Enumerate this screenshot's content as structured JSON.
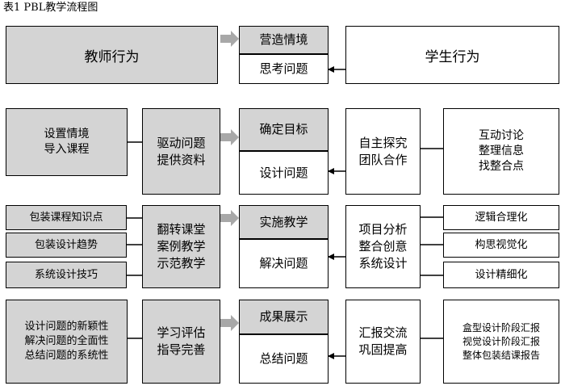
{
  "title": "表1 PBL教学流程图",
  "rows": [
    {
      "teacher": "教师行为",
      "center_top": "营造情境",
      "center_bottom": "思考问题",
      "student": "学生行为"
    },
    {
      "left_items": [
        "设置情境\n导入课程"
      ],
      "teacher_action": "驱动问题\n提供资料",
      "center_top": "确定目标",
      "center_bottom": "设计问题",
      "student_action": "自主探究\n团队合作",
      "right_items": [
        "互动讨论\n整理信息\n找整合点"
      ]
    },
    {
      "left_items": [
        "包装课程知识点",
        "包装设计趋势",
        "系统设计技巧"
      ],
      "teacher_action": "翻转课堂\n案例教学\n示范教学",
      "center_top": "实施教学",
      "center_bottom": "解决问题",
      "student_action": "项目分析\n整合创意\n系统设计",
      "right_items": [
        "逻辑合理化",
        "构思视觉化",
        "设计精细化"
      ]
    },
    {
      "left_items": [
        "设计问题的新颖性\n解决问题的全面性\n总结问题的系统性"
      ],
      "teacher_action": "学习评估\n指导完善",
      "center_top": "成果展示",
      "center_bottom": "总结问题",
      "student_action": "汇报交流\n巩固提高",
      "right_items": [
        "盒型设计阶段汇报\n视觉设计阶段汇报\n整体包装结课报告"
      ]
    }
  ],
  "colors": {
    "box_fill": "#d4d4d4",
    "arrow_fill": "#a8a8a8",
    "line": "#000000"
  }
}
